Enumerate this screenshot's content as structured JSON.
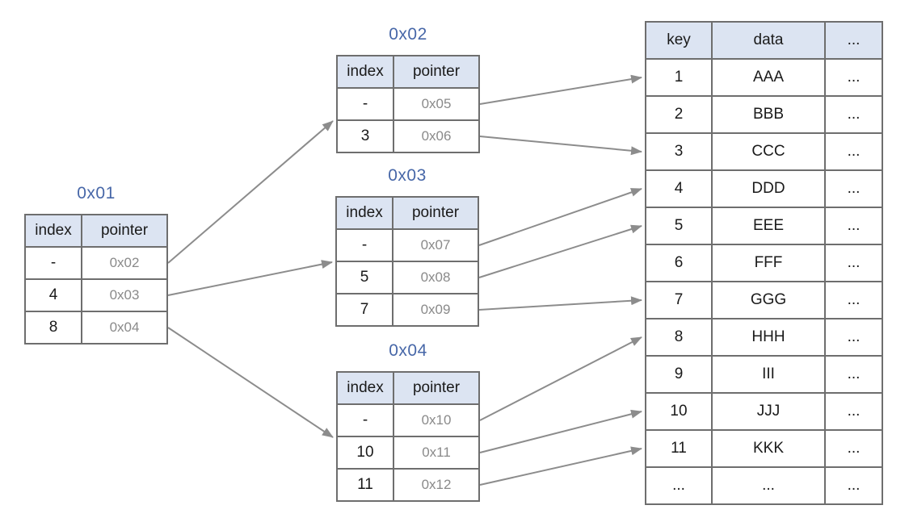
{
  "colors": {
    "background": "#ffffff",
    "table_border": "#6e6e6e",
    "header_fill": "#dce4f2",
    "title_blue": "#4767a8",
    "pointer_text": "#8a8a8a",
    "arrow_gray": "#8c8c8c",
    "cell_text": "#1a1a1a"
  },
  "index_tables": [
    {
      "id": "0x01",
      "title": "0x01",
      "columns": [
        "index",
        "pointer"
      ],
      "rows": [
        [
          "-",
          "0x02"
        ],
        [
          "4",
          "0x03"
        ],
        [
          "8",
          "0x04"
        ]
      ]
    },
    {
      "id": "0x02",
      "title": "0x02",
      "columns": [
        "index",
        "pointer"
      ],
      "rows": [
        [
          "-",
          "0x05"
        ],
        [
          "3",
          "0x06"
        ]
      ]
    },
    {
      "id": "0x03",
      "title": "0x03",
      "columns": [
        "index",
        "pointer"
      ],
      "rows": [
        [
          "-",
          "0x07"
        ],
        [
          "5",
          "0x08"
        ],
        [
          "7",
          "0x09"
        ]
      ]
    },
    {
      "id": "0x04",
      "title": "0x04",
      "columns": [
        "index",
        "pointer"
      ],
      "rows": [
        [
          "-",
          "0x10"
        ],
        [
          "10",
          "0x11"
        ],
        [
          "11",
          "0x12"
        ]
      ]
    }
  ],
  "data_table": {
    "id": "data",
    "columns": [
      "key",
      "data",
      "..."
    ],
    "rows": [
      [
        "1",
        "AAA",
        "..."
      ],
      [
        "2",
        "BBB",
        "..."
      ],
      [
        "3",
        "CCC",
        "..."
      ],
      [
        "4",
        "DDD",
        "..."
      ],
      [
        "5",
        "EEE",
        "..."
      ],
      [
        "6",
        "FFF",
        "..."
      ],
      [
        "7",
        "GGG",
        "..."
      ],
      [
        "8",
        "HHH",
        "..."
      ],
      [
        "9",
        "III",
        "..."
      ],
      [
        "10",
        "JJJ",
        "..."
      ],
      [
        "11",
        "KKK",
        "..."
      ],
      [
        "...",
        "...",
        "..."
      ]
    ]
  },
  "connections": [
    {
      "from": {
        "table": "0x01",
        "row": 0
      },
      "to": {
        "table": "0x02",
        "anchor": "row-top",
        "row": 1
      }
    },
    {
      "from": {
        "table": "0x01",
        "row": 1
      },
      "to": {
        "table": "0x03",
        "anchor": "row-top",
        "row": 1
      }
    },
    {
      "from": {
        "table": "0x01",
        "row": 2
      },
      "to": {
        "table": "0x04",
        "anchor": "row-top",
        "row": 1
      }
    },
    {
      "from": {
        "table": "0x02",
        "row": 0
      },
      "to": {
        "table": "data",
        "anchor": "row-left",
        "row": 0
      }
    },
    {
      "from": {
        "table": "0x02",
        "row": 1
      },
      "to": {
        "table": "data",
        "anchor": "row-left",
        "row": 2
      }
    },
    {
      "from": {
        "table": "0x03",
        "row": 0
      },
      "to": {
        "table": "data",
        "anchor": "row-left",
        "row": 3
      }
    },
    {
      "from": {
        "table": "0x03",
        "row": 1
      },
      "to": {
        "table": "data",
        "anchor": "row-left",
        "row": 4
      }
    },
    {
      "from": {
        "table": "0x03",
        "row": 2
      },
      "to": {
        "table": "data",
        "anchor": "row-left",
        "row": 6
      }
    },
    {
      "from": {
        "table": "0x04",
        "row": 0
      },
      "to": {
        "table": "data",
        "anchor": "row-left",
        "row": 7
      }
    },
    {
      "from": {
        "table": "0x04",
        "row": 1
      },
      "to": {
        "table": "data",
        "anchor": "row-left",
        "row": 9
      }
    },
    {
      "from": {
        "table": "0x04",
        "row": 2
      },
      "to": {
        "table": "data",
        "anchor": "row-left",
        "row": 10
      }
    }
  ]
}
